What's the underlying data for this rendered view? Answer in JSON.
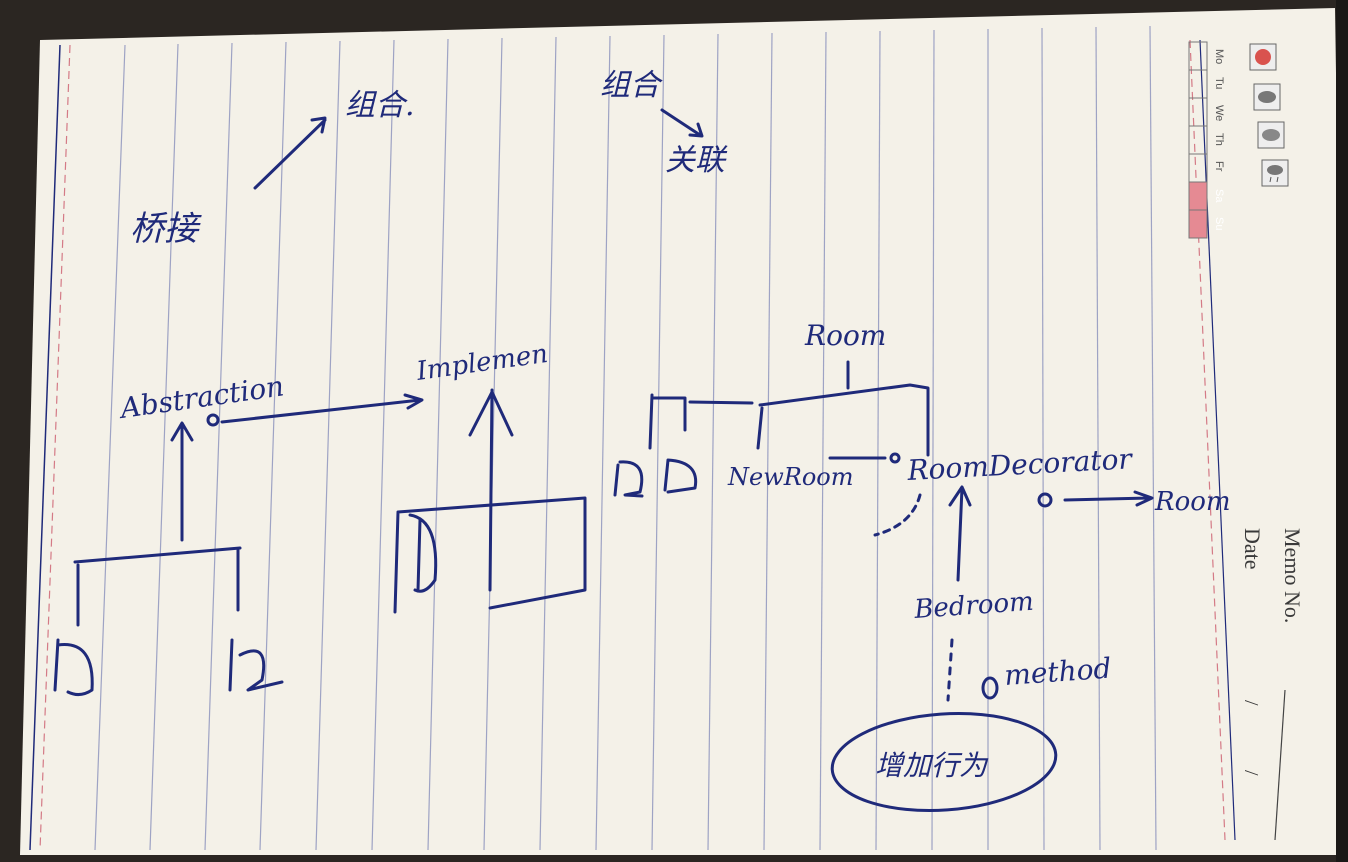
{
  "header": {
    "memo_label": "Memo No.",
    "date_label": "Date",
    "date_separators": [
      "/",
      "/"
    ]
  },
  "weekdays": [
    "Mo",
    "Tu",
    "We",
    "Th",
    "Fr",
    "Sa",
    "Su"
  ],
  "weather_icons": [
    "sun-icon",
    "cloudy-icon",
    "cloud-icon",
    "rain-icon",
    "snow-icon"
  ],
  "notes": {
    "top_left": [
      "桥接",
      "组合."
    ],
    "top_middle": [
      "组合",
      "关联"
    ],
    "abstraction": "Abstraction",
    "implementation": "Implemen",
    "room": "Room",
    "new_room": "NewRoom",
    "room_decorator": "RoomDecorator",
    "room_ref": "Room",
    "bedroom": "Bedroom",
    "method": "method",
    "circled_note": "增加行为"
  },
  "colors": {
    "paper": "#f4f1e8",
    "ink": "#1f2a7a",
    "ruling": "#9ea3c4",
    "margin_red": "#d47a86"
  }
}
